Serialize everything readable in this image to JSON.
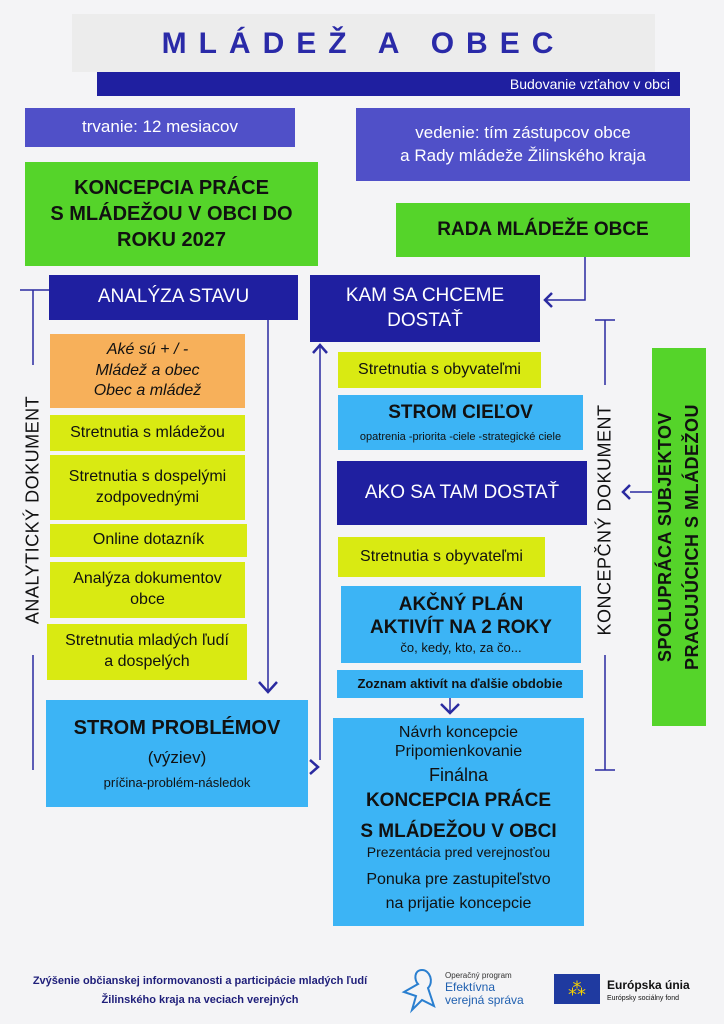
{
  "header": {
    "title": "MLÁDEŽ A OBEC",
    "subtitle": "Budovanie vzťahov v obci"
  },
  "info": {
    "duration": "trvanie: 12 mesiacov",
    "lead_1": "vedenie: tím zástupcov obce",
    "lead_2": "a Rady mládeže Žilinského kraja"
  },
  "concept": {
    "l1": "KONCEPCIA PRÁCE",
    "l2": "S MLÁDEŽOU V OBCI DO",
    "l3": "ROKU 2027"
  },
  "council": "RADA MLÁDEŽE OBCE",
  "left": {
    "heading": "ANALÝZA STAVU",
    "side_label": "ANALYTICKÝ DOKUMENT",
    "orange": [
      "Aké sú + / -",
      "Mládež a obec",
      "Obec a mládež"
    ],
    "items": [
      [
        "Stretnutia s mládežou"
      ],
      [
        "Stretnutia s dospelými",
        "zodpovednými"
      ],
      [
        "Online dotazník"
      ],
      [
        "Analýza dokumentov",
        "obce"
      ],
      [
        "Stretnutia mladých ľudí",
        "a dospelých"
      ]
    ],
    "problems": {
      "title": "STROM PROBLÉMOV",
      "sub": "(výziev)",
      "desc": "príčina-problém-následok"
    }
  },
  "right": {
    "heading_1": "KAM SA CHCEME",
    "heading_2": "DOSTAŤ",
    "side_label": "KONCEPČNÝ DOKUMENT",
    "meet1": "Stretnutia s obyvateľmi",
    "goals": {
      "title": "STROM CIEĽOV",
      "desc": "opatrenia -priorita -ciele -strategické ciele"
    },
    "how": "AKO SA TAM DOSTAŤ",
    "meet2": "Stretnutia s obyvateľmi",
    "plan": {
      "l1": "AKČNÝ PLÁN",
      "l2": "AKTIVÍT NA 2 ROKY",
      "desc": "čo, kedy, kto, za čo..."
    },
    "list": "Zoznam aktivít na ďalšie obdobie",
    "final": {
      "l1": "Návrh koncepcie",
      "l2": "Pripomienkovanie",
      "l3": "Finálna",
      "l4": "KONCEPCIA PRÁCE",
      "l5": "S MLÁDEŽOU V OBCI",
      "l6": "Prezentácia pred verejnosťou",
      "l7": "Ponuka pre zastupiteľstvo",
      "l8": "na prijatie koncepcie"
    }
  },
  "cooperation": {
    "l1": "SPOLUPRÁCA SUBJEKTOV",
    "l2": "PRACUJÚCICH S MLÁDEŽOU"
  },
  "footer": {
    "text_1": "Zvýšenie občianskej informovanosti a participácie mladých ľudí",
    "text_2": "Žilinského kraja na veciach verejných",
    "op_1": "Operačný program",
    "op_2": "Efektívna",
    "op_3": "verejná správa",
    "eu_1": "Európska únia",
    "eu_2": "Európsky sociálny fond"
  }
}
